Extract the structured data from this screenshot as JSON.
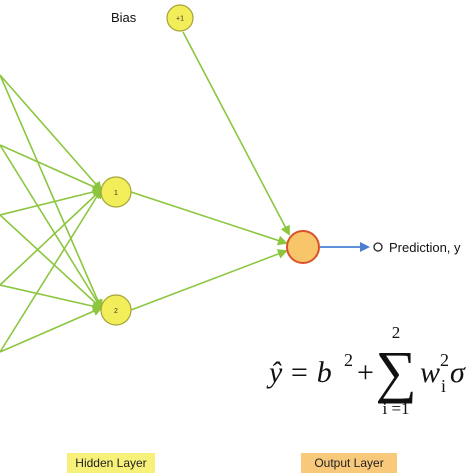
{
  "colors": {
    "edge": "#8cc63f",
    "node_fill": "#f2ee5a",
    "node_stroke": "#a4a33a",
    "output_fill": "#f9c56b",
    "output_stroke": "#d9532a",
    "pred_arrow": "#4a7fd4",
    "hidden_badge_bg": "#f7f17a",
    "output_badge_bg": "#f8c97a"
  },
  "nodes": {
    "bias_value": "+1",
    "hidden_1": "1",
    "hidden_2": "2"
  },
  "labels": {
    "bias": "Bias",
    "prediction": "Prediction, y",
    "hidden_layer": "Hidden Layer",
    "output_layer": "Output Layer"
  },
  "formula": {
    "yhat": "ŷ",
    "equals_b": "= b",
    "b_exponent": "2",
    "plus": "+",
    "sum_upper": "2",
    "sum_symbol": "∑",
    "sum_lower": "i =1",
    "w": "w",
    "w_super": "2",
    "w_sub": "i",
    "sigma": "σ"
  }
}
